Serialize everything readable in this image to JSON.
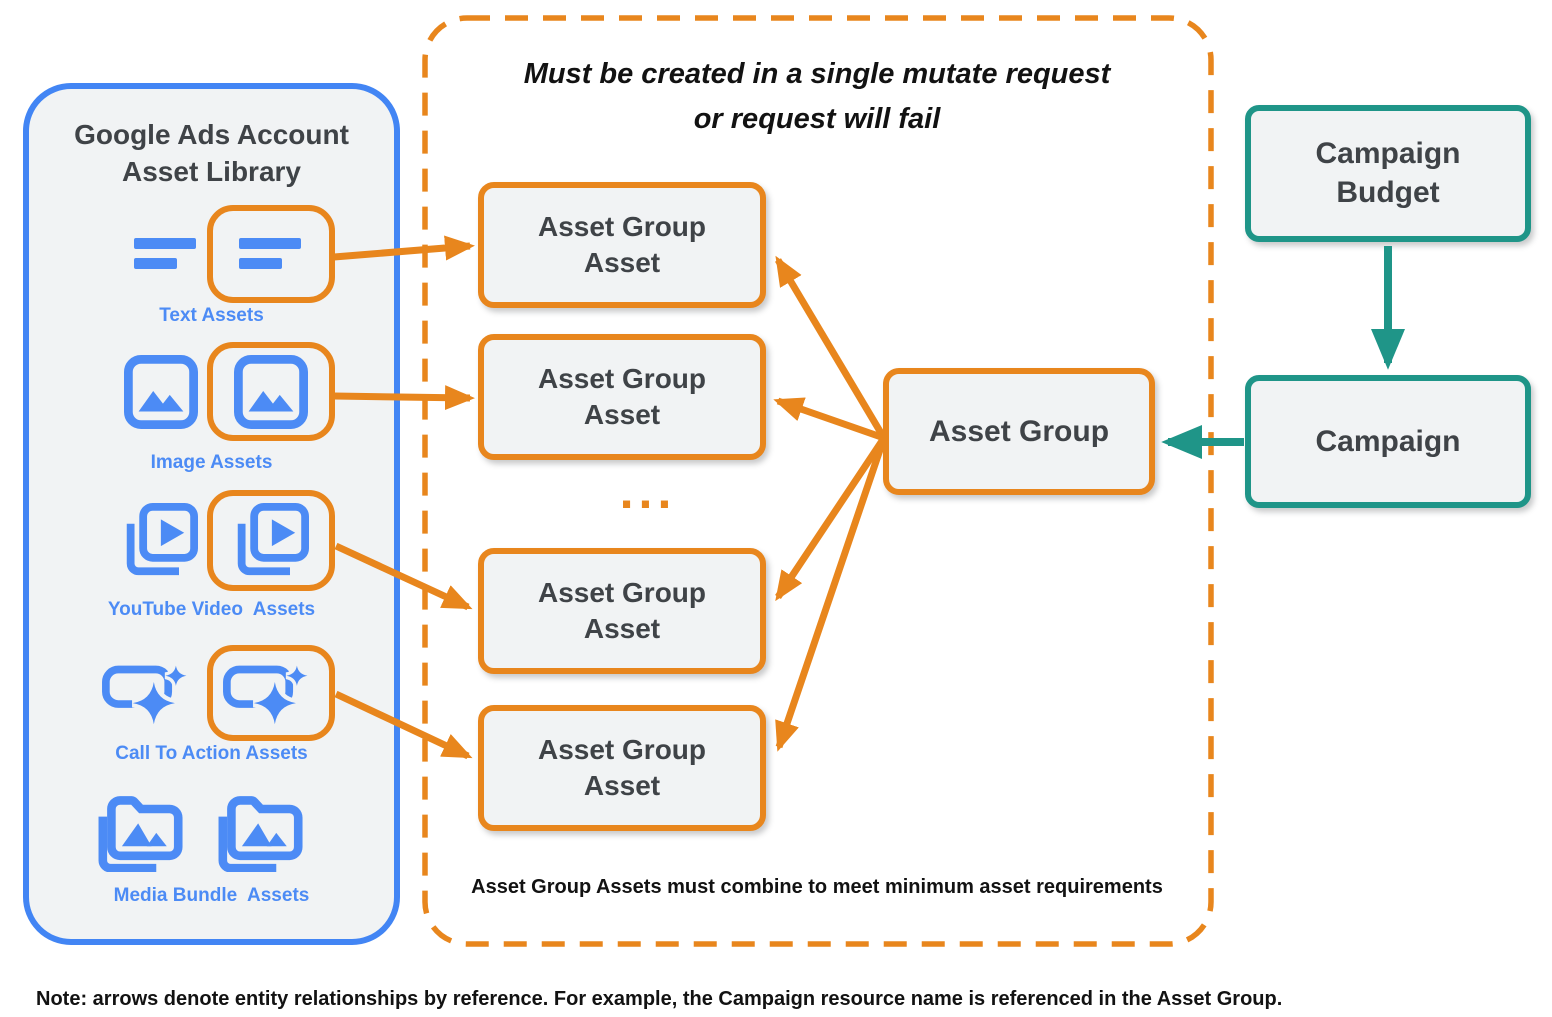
{
  "colors": {
    "orange": "#E8861D",
    "blue_border": "#4285F4",
    "icon_blue": "#4C8BF5",
    "teal": "#1F9588",
    "box_fill": "#F1F3F4",
    "dark_text": "#3F4347"
  },
  "library": {
    "title": "Google Ads Account Asset Library",
    "rows": [
      {
        "label": "Text Assets",
        "icon": "text-asset-icon",
        "highlighted": true
      },
      {
        "label": "Image Assets",
        "icon": "image-asset-icon",
        "highlighted": true
      },
      {
        "label": "YouTube Video  Assets",
        "icon": "youtube-video-asset-icon",
        "highlighted": true
      },
      {
        "label": "Call To Action Assets",
        "icon": "call-to-action-asset-icon",
        "highlighted": true
      },
      {
        "label": "Media Bundle  Assets",
        "icon": "media-bundle-asset-icon",
        "highlighted": false
      }
    ]
  },
  "mutate_group": {
    "title_lines": [
      "Must be created in a single mutate request",
      "or request will fail"
    ],
    "boxes": [
      "Asset Group Asset",
      "Asset Group Asset",
      "Asset Group Asset",
      "Asset Group Asset"
    ],
    "ellipsis": "...",
    "footnote": "Asset Group Assets must combine to meet minimum asset requirements"
  },
  "asset_group": {
    "label": "Asset Group"
  },
  "campaign_budget": {
    "label": "Campaign Budget"
  },
  "campaign": {
    "label": "Campaign"
  },
  "note": "Note: arrows denote entity relationships by reference. For example, the Campaign resource name is referenced in the Asset Group."
}
